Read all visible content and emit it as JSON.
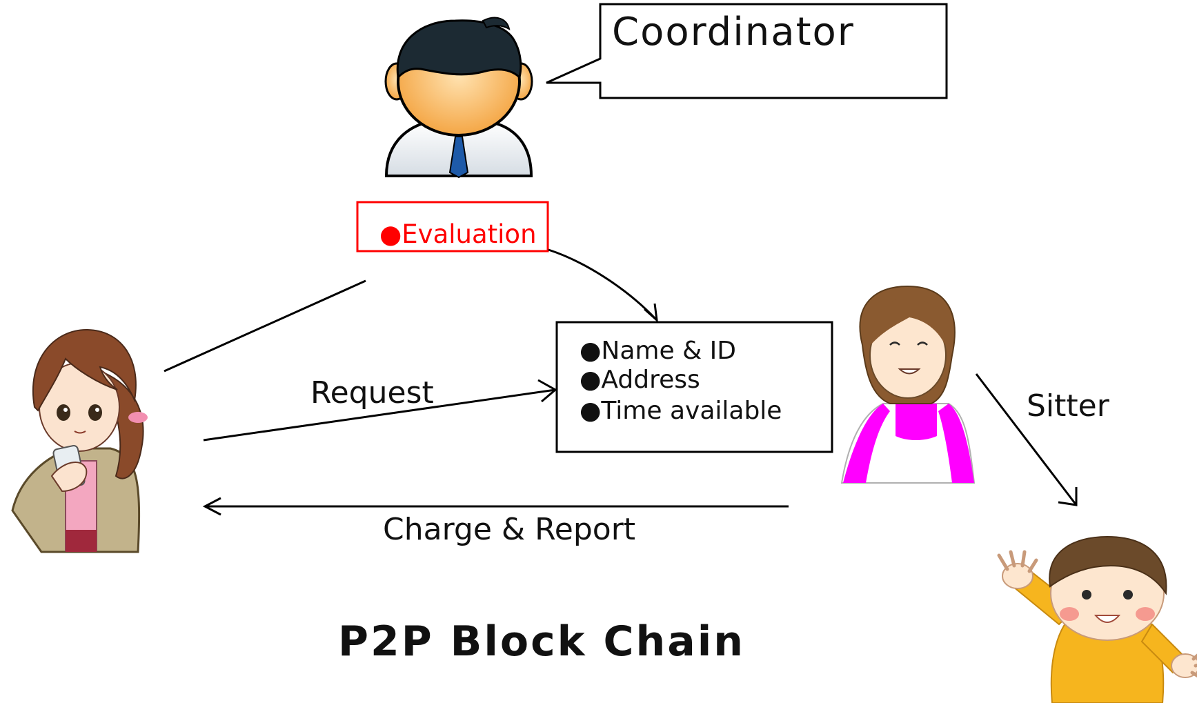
{
  "coordinator": {
    "label": "Coordinator"
  },
  "evaluation_box": {
    "bullet": "●",
    "label": "Evaluation",
    "color": "#ff0000"
  },
  "info_box": {
    "items": [
      "●Name & ID",
      "●Address",
      "●Time available"
    ]
  },
  "flows": {
    "request_label": "Request",
    "sitter_label": "Sitter",
    "charge_report_label": "Charge & Report"
  },
  "footer": {
    "title": "P2P Block Chain"
  },
  "icons": {
    "coordinator": "coordinator-avatar-icon",
    "client": "client-woman-icon",
    "sitter": "sitter-woman-icon",
    "child": "child-icon"
  },
  "colors": {
    "evaluation_red": "#ff0000",
    "sitter_magenta": "#ff00ff",
    "child_yellow": "#f6b51e",
    "skin": "#fbd7b6"
  }
}
